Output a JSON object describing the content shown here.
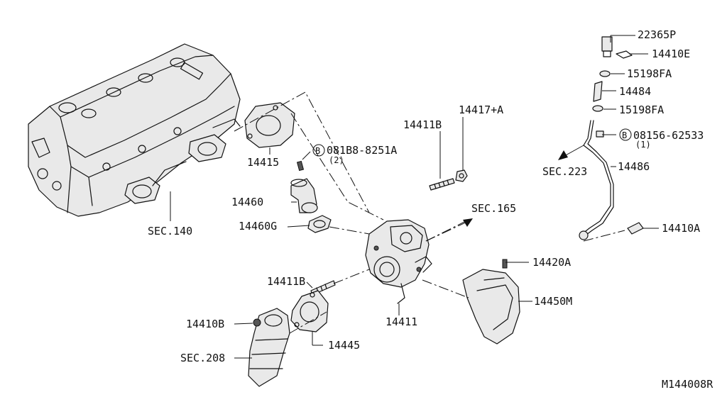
{
  "diagram_id": "M144008R",
  "callouts": {
    "p22365p": "22365P",
    "p14410e": "14410E",
    "p15198fa_top": "15198FA",
    "p14484": "14484",
    "p15198fa_bottom": "15198FA",
    "p08156_62533": "08156-62533",
    "p08156_qty": "(1)",
    "sec223": "SEC.223",
    "p14486": "14486",
    "p14410a": "14410A",
    "p14411b_top": "14411B",
    "p14417a": "14417+A",
    "p081b8_8251a": "081B8-8251A",
    "p081b8_qty": "(2)",
    "p14415": "14415",
    "p14460": "14460",
    "p14460g": "14460G",
    "sec165": "SEC.165",
    "sec140": "SEC.140",
    "p14420a": "14420A",
    "p14450m": "14450M",
    "p14411b_bottom": "14411B",
    "p14411": "14411",
    "p14410b": "14410B",
    "p14445": "14445",
    "sec208": "SEC.208"
  },
  "bolt_symbol": "B"
}
